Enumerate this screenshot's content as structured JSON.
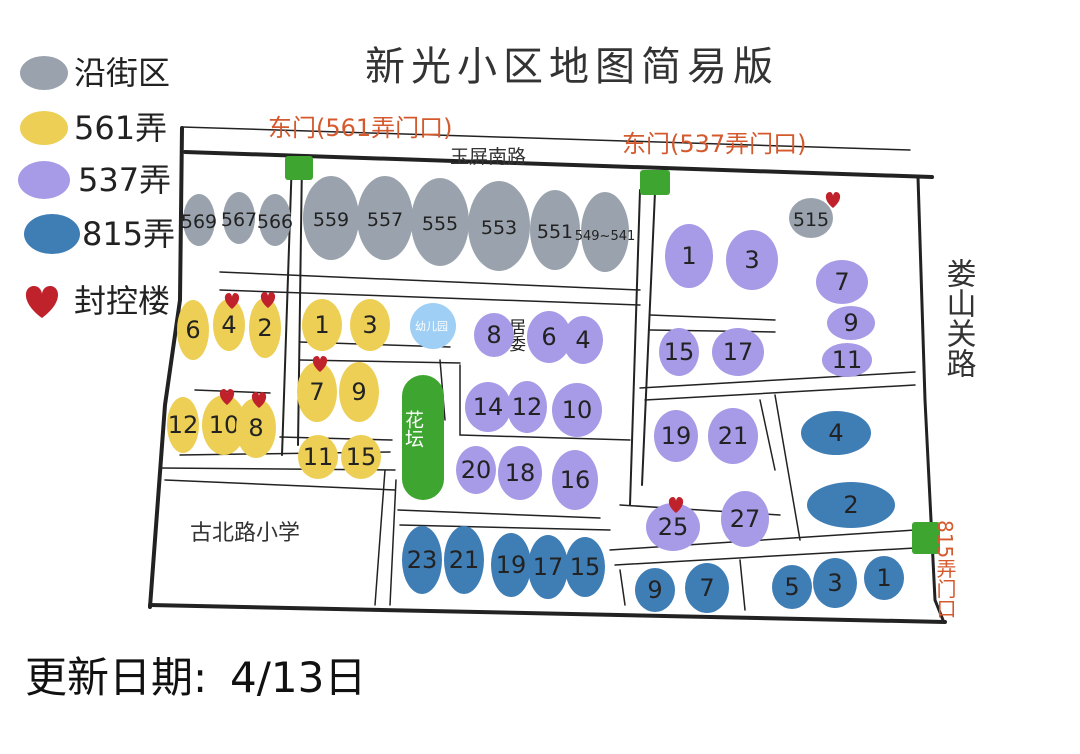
{
  "map_title": "新光小区地图简易版",
  "legend": [
    {
      "label": "沿街区",
      "color": "#9aa3ad"
    },
    {
      "label": "561弄",
      "color": "#eccf54"
    },
    {
      "label": "537弄",
      "color": "#a79ae6"
    },
    {
      "label": "815弄",
      "color": "#3f7db5"
    },
    {
      "label": "封控楼",
      "color": "#c0222c",
      "icon": "heart-icon"
    }
  ],
  "gates": {
    "east_561": "东门(561弄门口)",
    "east_537": "东门(537弄门口)",
    "gate_815": "815弄门口"
  },
  "roads": {
    "top": "玉屏南路",
    "right": "娄山关路"
  },
  "school": "古北路小学",
  "kindergarten": "幼儿园",
  "club": "居委",
  "flowerbed": "花坛",
  "update": {
    "label": "更新日期:",
    "date": "4/13日"
  },
  "buildings": [
    {
      "num": "569",
      "zone": "street",
      "locked": false
    },
    {
      "num": "567",
      "zone": "street",
      "locked": false
    },
    {
      "num": "566",
      "zone": "street",
      "locked": false
    },
    {
      "num": "559",
      "zone": "street",
      "locked": false
    },
    {
      "num": "557",
      "zone": "street",
      "locked": false
    },
    {
      "num": "555",
      "zone": "street",
      "locked": false
    },
    {
      "num": "553",
      "zone": "street",
      "locked": false
    },
    {
      "num": "551",
      "zone": "street",
      "locked": false
    },
    {
      "num": "549~541",
      "zone": "street",
      "locked": false
    },
    {
      "num": "515",
      "zone": "street",
      "locked": true
    },
    {
      "num": "6",
      "zone": "561",
      "locked": false
    },
    {
      "num": "4",
      "zone": "561",
      "locked": true
    },
    {
      "num": "2",
      "zone": "561",
      "locked": true
    },
    {
      "num": "1",
      "zone": "561",
      "locked": false
    },
    {
      "num": "3",
      "zone": "561",
      "locked": false
    },
    {
      "num": "7",
      "zone": "561",
      "locked": true
    },
    {
      "num": "9",
      "zone": "561",
      "locked": false
    },
    {
      "num": "12",
      "zone": "561",
      "locked": false
    },
    {
      "num": "10",
      "zone": "561",
      "locked": true
    },
    {
      "num": "8",
      "zone": "561",
      "locked": true
    },
    {
      "num": "11",
      "zone": "561",
      "locked": false
    },
    {
      "num": "15",
      "zone": "561",
      "locked": false
    },
    {
      "num": "8",
      "zone": "537",
      "locked": false
    },
    {
      "num": "6",
      "zone": "537",
      "locked": false
    },
    {
      "num": "4",
      "zone": "537",
      "locked": false
    },
    {
      "num": "14",
      "zone": "537",
      "locked": false
    },
    {
      "num": "12",
      "zone": "537",
      "locked": false
    },
    {
      "num": "10",
      "zone": "537",
      "locked": false
    },
    {
      "num": "20",
      "zone": "537",
      "locked": false
    },
    {
      "num": "18",
      "zone": "537",
      "locked": false
    },
    {
      "num": "16",
      "zone": "537",
      "locked": false
    },
    {
      "num": "1",
      "zone": "537",
      "locked": false
    },
    {
      "num": "3",
      "zone": "537",
      "locked": false
    },
    {
      "num": "15",
      "zone": "537",
      "locked": false
    },
    {
      "num": "17",
      "zone": "537",
      "locked": false
    },
    {
      "num": "19",
      "zone": "537",
      "locked": false
    },
    {
      "num": "21",
      "zone": "537",
      "locked": false
    },
    {
      "num": "25",
      "zone": "537",
      "locked": true
    },
    {
      "num": "27",
      "zone": "537",
      "locked": false
    },
    {
      "num": "7",
      "zone": "537",
      "locked": false
    },
    {
      "num": "9",
      "zone": "537",
      "locked": false
    },
    {
      "num": "11",
      "zone": "537",
      "locked": false
    },
    {
      "num": "23",
      "zone": "815",
      "locked": false
    },
    {
      "num": "21",
      "zone": "815",
      "locked": false
    },
    {
      "num": "19",
      "zone": "815",
      "locked": false
    },
    {
      "num": "17",
      "zone": "815",
      "locked": false
    },
    {
      "num": "15",
      "zone": "815",
      "locked": false
    },
    {
      "num": "9",
      "zone": "815",
      "locked": false
    },
    {
      "num": "7",
      "zone": "815",
      "locked": false
    },
    {
      "num": "5",
      "zone": "815",
      "locked": false
    },
    {
      "num": "3",
      "zone": "815",
      "locked": false
    },
    {
      "num": "1",
      "zone": "815",
      "locked": false
    },
    {
      "num": "4",
      "zone": "815",
      "locked": false
    },
    {
      "num": "2",
      "zone": "815",
      "locked": false
    }
  ]
}
